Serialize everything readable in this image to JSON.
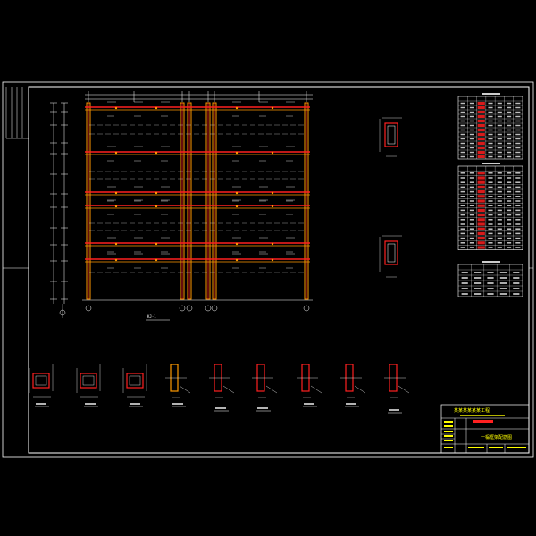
{
  "colors": {
    "background": "#000000",
    "frame_line": "#ffffff",
    "beam_red": "#ff2020",
    "column_orange": "#ff9900",
    "dim_line": "#ffffff",
    "title_text": "#ffff00",
    "table_red": "#ff2020"
  },
  "drawing": {
    "elevation_label": "KJ-1",
    "title_block": {
      "project_line": "某某某某某某工程",
      "drawing_name": "一榀框架配筋图"
    }
  }
}
